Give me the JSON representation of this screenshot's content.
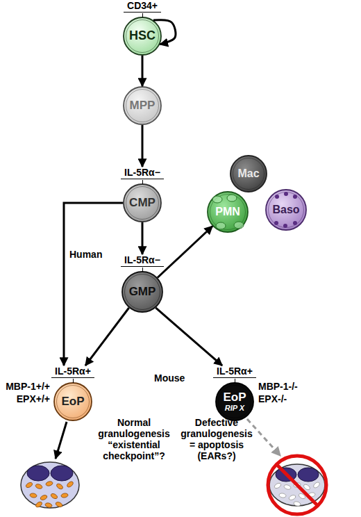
{
  "diagram": {
    "nodes": [
      {
        "text": [
          "CD34+",
          "HSC"
        ]
      },
      {
        "text": [
          "MPP"
        ]
      },
      {
        "text": [
          "IL-5Rα−",
          "CMP"
        ]
      },
      {
        "text": [
          "Mac"
        ]
      },
      {
        "text": [
          "PMN"
        ]
      },
      {
        "text": [
          "Baso"
        ]
      },
      {
        "text": [
          "IL-5Rα−",
          "GMP"
        ]
      },
      {
        "text": [
          "IL-5Rα+",
          "EoP"
        ]
      },
      {
        "text": [
          "IL-5Rα+",
          "EoP",
          "RIP X"
        ]
      }
    ],
    "edges": [
      {
        "from": 0,
        "to": 0,
        "arrow": "to"
      },
      {
        "from": 0,
        "to": 1,
        "arrow": "to"
      },
      {
        "from": 1,
        "to": 2,
        "arrow": "to"
      },
      {
        "from": 2,
        "to": 6,
        "arrow": "to"
      },
      {
        "from": 2,
        "to": 7,
        "label": "Human",
        "arrow": "to"
      },
      {
        "from": 6,
        "to": 4,
        "arrow": "to"
      },
      {
        "from": 6,
        "to": 7,
        "arrow": "to"
      },
      {
        "from": 6,
        "to": 8,
        "arrow": "to"
      }
    ],
    "labels": [
      "MBP-1+/+",
      "EPX+/+",
      "Mouse",
      "Normal granulogenesis “existential checkpoint”?",
      "MBP-1-/-",
      "EPX-/-",
      "Defective granulogenesis = apoptosis (EARs?)"
    ]
  }
}
